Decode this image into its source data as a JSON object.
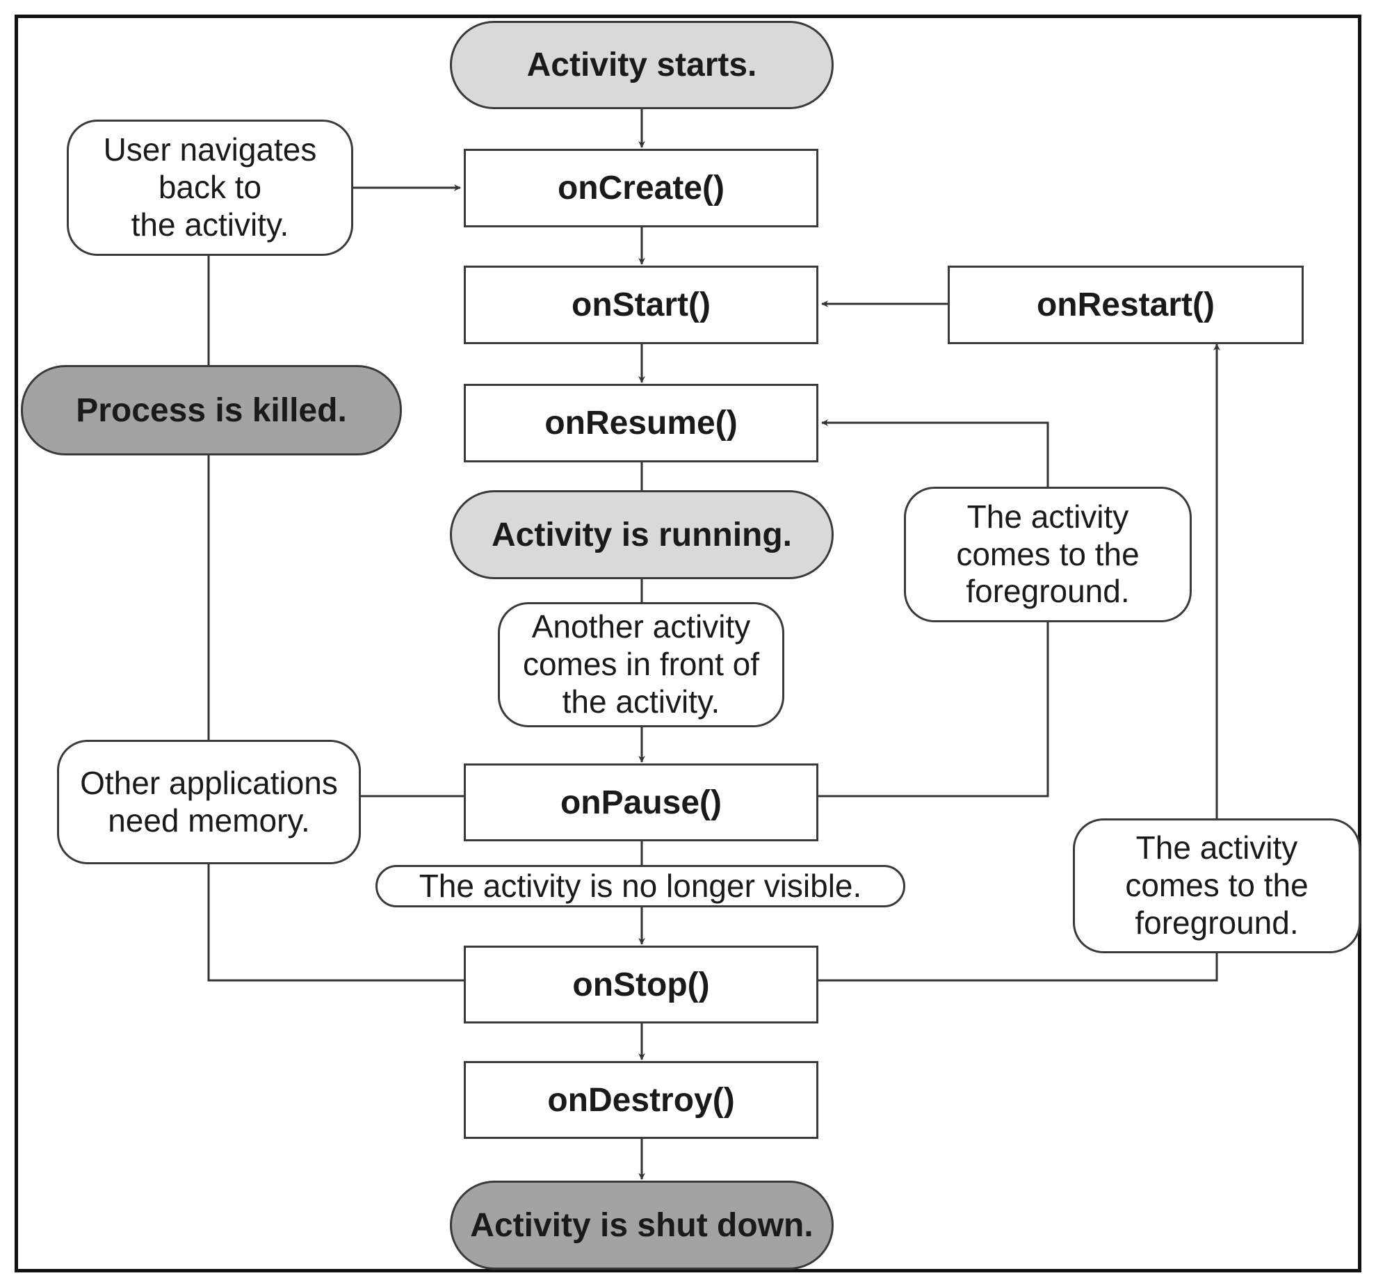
{
  "states": {
    "activity_starts": "Activity starts.",
    "process_killed": "Process is killed.",
    "activity_running": "Activity is running.",
    "activity_shut_down": "Activity is shut down."
  },
  "methods": {
    "on_create": "onCreate()",
    "on_start": "onStart()",
    "on_restart": "onRestart()",
    "on_resume": "onResume()",
    "on_pause": "onPause()",
    "on_stop": "onStop()",
    "on_destroy": "onDestroy()"
  },
  "notes": {
    "user_navigates_back": "User navigates\nback to\nthe activity.",
    "foreground_resume": "The activity\ncomes to the\nforeground.",
    "another_activity": "Another activity\ncomes in front of\nthe activity.",
    "other_apps_memory": "Other applications\nneed memory.",
    "no_longer_visible": "The activity is no longer visible.",
    "foreground_restart": "The activity\ncomes to the\nforeground."
  },
  "colors": {
    "light_state_fill": "#d9d9d9",
    "dark_state_fill": "#a3a3a3",
    "line": "#333333",
    "border": "#111111"
  }
}
